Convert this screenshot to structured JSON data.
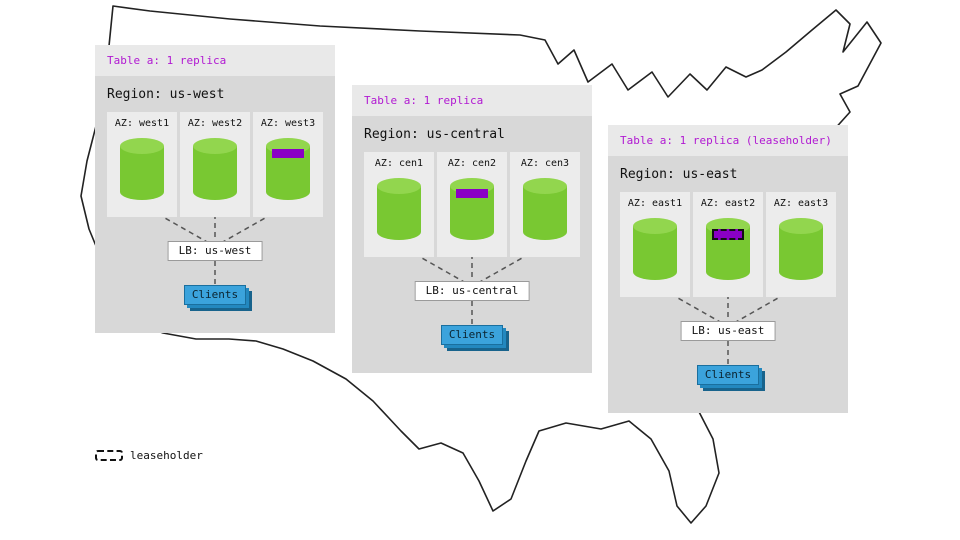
{
  "regions": [
    {
      "header": "Table a: 1 replica",
      "title": "Region: us-west",
      "azs": [
        {
          "label": "AZ: west1",
          "marker": ""
        },
        {
          "label": "AZ: west2",
          "marker": ""
        },
        {
          "label": "AZ: west3",
          "marker": "replica"
        }
      ],
      "lb": "LB: us-west",
      "clients": "Clients"
    },
    {
      "header": "Table a: 1 replica",
      "title": "Region: us-central",
      "azs": [
        {
          "label": "AZ: cen1",
          "marker": ""
        },
        {
          "label": "AZ: cen2",
          "marker": "replica"
        },
        {
          "label": "AZ: cen3",
          "marker": ""
        }
      ],
      "lb": "LB: us-central",
      "clients": "Clients"
    },
    {
      "header": "Table a: 1 replica (leaseholder)",
      "title": "Region: us-east",
      "azs": [
        {
          "label": "AZ: east1",
          "marker": ""
        },
        {
          "label": "AZ: east2",
          "marker": "leaseholder"
        },
        {
          "label": "AZ: east3",
          "marker": ""
        }
      ],
      "lb": "LB: us-east",
      "clients": "Clients"
    }
  ],
  "legend": {
    "label": "leaseholder"
  },
  "colors": {
    "panel_bg": "#d8d8d8",
    "panel_header_bg": "#e9e9e9",
    "az_box_bg": "#ececec",
    "cylinder_green": "#79c832",
    "cylinder_top_green": "#92d64e",
    "highlight_purple": "#8a00c4",
    "header_text_purple": "#b119d2",
    "clients_blue": "#3ba3dc",
    "map_outline": "#222222"
  }
}
